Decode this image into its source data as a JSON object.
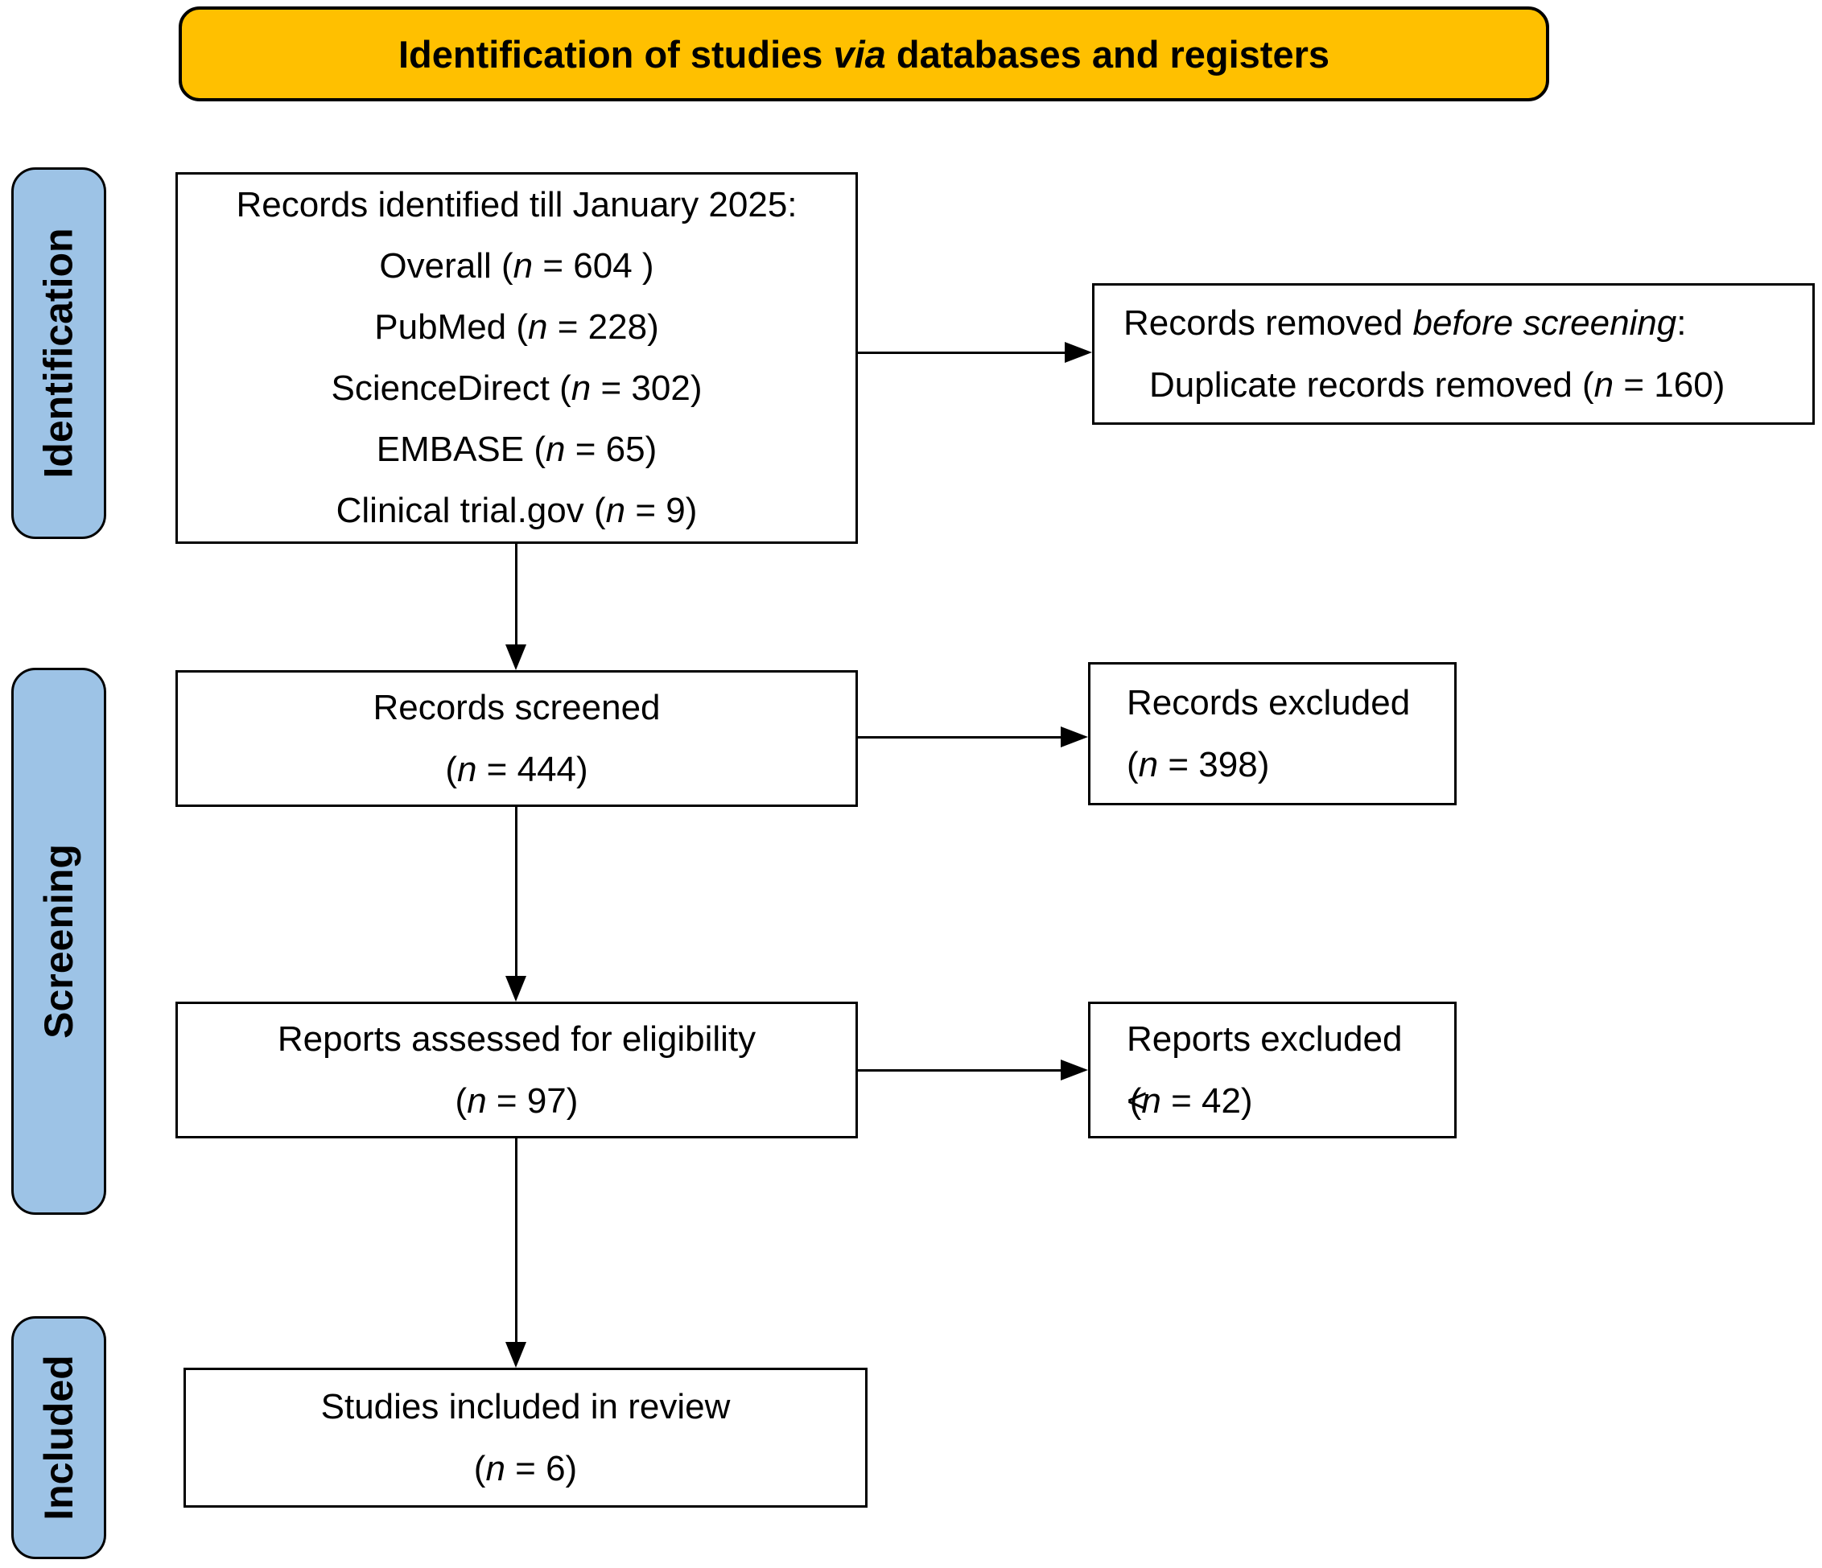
{
  "colors": {
    "banner_fill": "#FFC000",
    "stage_fill": "#9DC3E6",
    "stroke": "#000000"
  },
  "banner": {
    "before": "Identification of studies ",
    "em": "via",
    "after": " databases and registers"
  },
  "stages": {
    "identification": "Identification",
    "screening": "Screening",
    "included": "Included"
  },
  "boxes": {
    "records_identified": {
      "lines": [
        {
          "before": "Records identified till January 2025:",
          "em": "",
          "after": ""
        },
        {
          "before": "Overall (",
          "em": "n",
          "after": " = 604 )"
        },
        {
          "before": "PubMed (",
          "em": "n",
          "after": " = 228)"
        },
        {
          "before": "ScienceDirect (",
          "em": "n",
          "after": " = 302)"
        },
        {
          "before": "EMBASE (",
          "em": "n",
          "after": " = 65)"
        },
        {
          "before": "Clinical trial.gov (",
          "em": "n",
          "after": " = 9)"
        }
      ]
    },
    "records_removed": {
      "lines": [
        {
          "before": "Records removed ",
          "em": "before screening",
          "after": ":"
        },
        {
          "before": "Duplicate records removed (",
          "em": "n",
          "after": " = 160)"
        }
      ]
    },
    "records_screened": {
      "lines": [
        {
          "before": "Records screened",
          "em": "",
          "after": ""
        },
        {
          "before": "(",
          "em": "n",
          "after": " = 444)"
        }
      ]
    },
    "records_excluded": {
      "lines": [
        {
          "before": "Records excluded",
          "em": "",
          "after": ""
        },
        {
          "before": "(",
          "em": "n",
          "after": " = 398)"
        }
      ]
    },
    "reports_assessed": {
      "lines": [
        {
          "before": "Reports assessed for eligibility",
          "em": "",
          "after": ""
        },
        {
          "before": "(",
          "em": "n",
          "after": " = 97)"
        }
      ]
    },
    "reports_excluded": {
      "lines": [
        {
          "before": "Reports excluded",
          "em": "",
          "after": ""
        },
        {
          "before": "(",
          "em": "n",
          "after": " = 42)"
        }
      ]
    },
    "studies_included": {
      "lines": [
        {
          "before": "Studies included in review",
          "em": "",
          "after": ""
        },
        {
          "before": "(",
          "em": "n",
          "after": " = 6)"
        }
      ]
    }
  }
}
